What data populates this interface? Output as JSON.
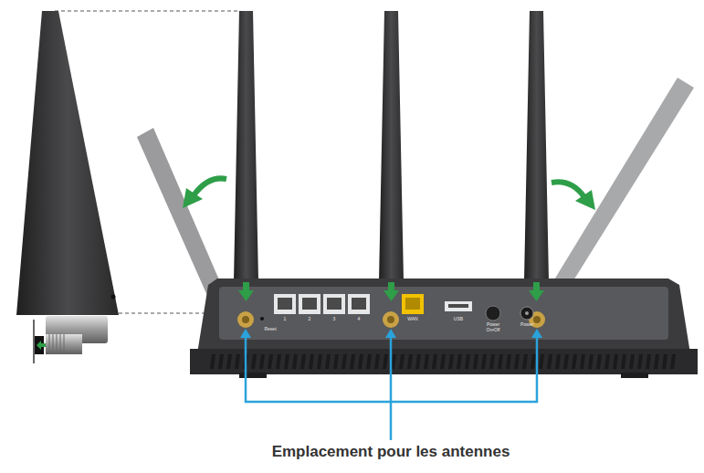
{
  "diagram": {
    "labels": [
      "Reset",
      "1",
      "2",
      "3",
      "4",
      "WAN",
      "USB",
      "Power On•Off",
      "Power",
      "Emplacement pour les antennes"
    ]
  }
}
